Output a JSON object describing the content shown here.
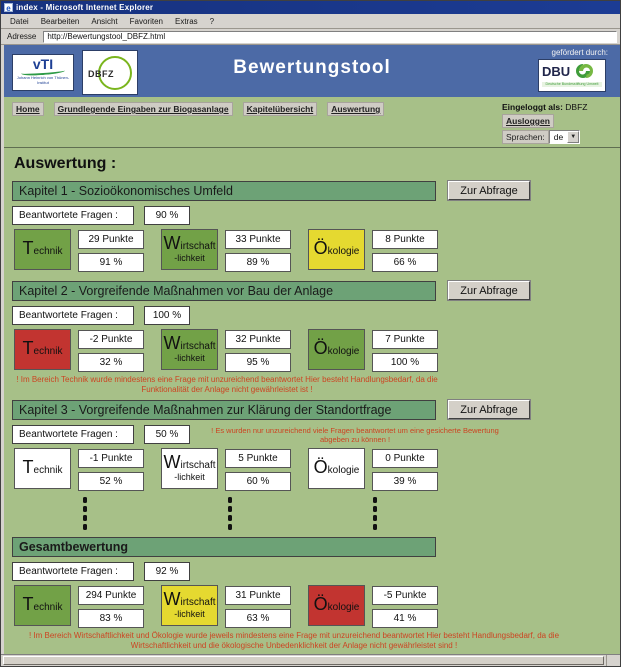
{
  "browser": {
    "window_title": "index - Microsoft Internet Explorer",
    "menu_items": [
      "Datei",
      "Bearbeiten",
      "Ansicht",
      "Favoriten",
      "Extras",
      "?"
    ],
    "address_label": "Adresse",
    "address_value": "http://Bewertungstool_DBFZ.html"
  },
  "header": {
    "title": "Bewertungstool",
    "funded_by_label": "gefördert durch:",
    "vti_logo_text": "vTI",
    "vti_logo_subtext": "Johann Heinrich von Thünen-Institut",
    "dbfz_logo_text": "DBFZ",
    "dbu_logo_text": "DBU",
    "dbu_logo_subtext": "Deutsche Bundesstiftung Umwelt"
  },
  "nav": {
    "links": [
      {
        "label": "Home"
      },
      {
        "label": "Grundlegende Eingaben zur Biogasanlage"
      },
      {
        "label": "Kapitelübersicht"
      },
      {
        "label": "Auswertung"
      }
    ],
    "logged_in_label": "Eingeloggt als:",
    "logged_in_user": "DBFZ",
    "logout_label": "Ausloggen",
    "language_label": "Sprachen:",
    "language_value": "de"
  },
  "page": {
    "heading": "Auswertung :",
    "answered_label": "Beantwortete Fragen :",
    "button_label": "Zur Abfrage"
  },
  "icons": {
    "dropdown_arrow": "▼",
    "ie_page_icon": "e",
    "continuation": "vertical-dots-ellipsis"
  },
  "chapters": [
    {
      "title": "Kapitel 1 - Sozioökonomisches Umfeld",
      "answered_value": "90 %",
      "scores": [
        {
          "line1": "Technik",
          "line2": "",
          "points": "29 Punkte",
          "percent": "91 %",
          "status": "green"
        },
        {
          "line1": "Wirtschaft",
          "line2": "-lichkeit",
          "points": "33 Punkte",
          "percent": "89 %",
          "status": "green"
        },
        {
          "line1": "Ökologie",
          "line2": "",
          "points": "8 Punkte",
          "percent": "66 %",
          "status": "yellow"
        }
      ],
      "warning": ""
    },
    {
      "title": "Kapitel 2 - Vorgreifende Maßnahmen vor Bau der Anlage",
      "answered_value": "100 %",
      "scores": [
        {
          "line1": "Technik",
          "line2": "",
          "points": "-2 Punkte",
          "percent": "32 %",
          "status": "red"
        },
        {
          "line1": "Wirtschaft",
          "line2": "-lichkeit",
          "points": "32 Punkte",
          "percent": "95 %",
          "status": "green"
        },
        {
          "line1": "Ökologie",
          "line2": "",
          "points": "7 Punkte",
          "percent": "100 %",
          "status": "green"
        }
      ],
      "warning": "! Im Bereich Technik wurde mindestens eine Frage mit unzureichend beantwortet Hier besteht Handlungsbedarf, da die Funktionalität der Anlage nicht gewährleistet ist !"
    },
    {
      "title": "Kapitel 3 - Vorgreifende Maßnahmen zur Klärung der Standortfrage",
      "answered_value": "50 %",
      "answered_warning": "! Es wurden nur unzureichend viele Fragen beantwortet um eine gesicherte Bewertung abgeben zu können !",
      "scores": [
        {
          "line1": "Technik",
          "line2": "",
          "points": "-1 Punkte",
          "percent": "52 %",
          "status": "white"
        },
        {
          "line1": "Wirtschaft",
          "line2": "-lichkeit",
          "points": "5 Punkte",
          "percent": "60 %",
          "status": "white"
        },
        {
          "line1": "Ökologie",
          "line2": "",
          "points": "0 Punkte",
          "percent": "39 %",
          "status": "white"
        }
      ],
      "warning": ""
    }
  ],
  "total": {
    "title": "Gesamtbewertung",
    "answered_value": "92 %",
    "scores": [
      {
        "line1": "Technik",
        "line2": "",
        "points": "294 Punkte",
        "percent": "83 %",
        "status": "green"
      },
      {
        "line1": "Wirtschaft",
        "line2": "-lichkeit",
        "points": "31 Punkte",
        "percent": "63 %",
        "status": "yellow"
      },
      {
        "line1": "Ökologie",
        "line2": "",
        "points": "-5 Punkte",
        "percent": "41 %",
        "status": "red"
      }
    ],
    "warning": "! Im Bereich Wirtschaftlichkeit und Ökologie wurde jeweils mindestens eine Frage mit unzureichend beantwortet Hier besteht Handlungsbedarf, da die Wirtschaftlichkeit und die ökologische Unbedenklichkeit der Anlage nicht gewährleistet sind !"
  },
  "colors": {
    "page_background": "#a7c088",
    "chapter_bar": "#6da276",
    "header_blue": "#4c6aa6",
    "score_green": "#72a147",
    "score_yellow": "#e5d930",
    "score_red": "#c23430",
    "warning_text": "#cc4422"
  }
}
